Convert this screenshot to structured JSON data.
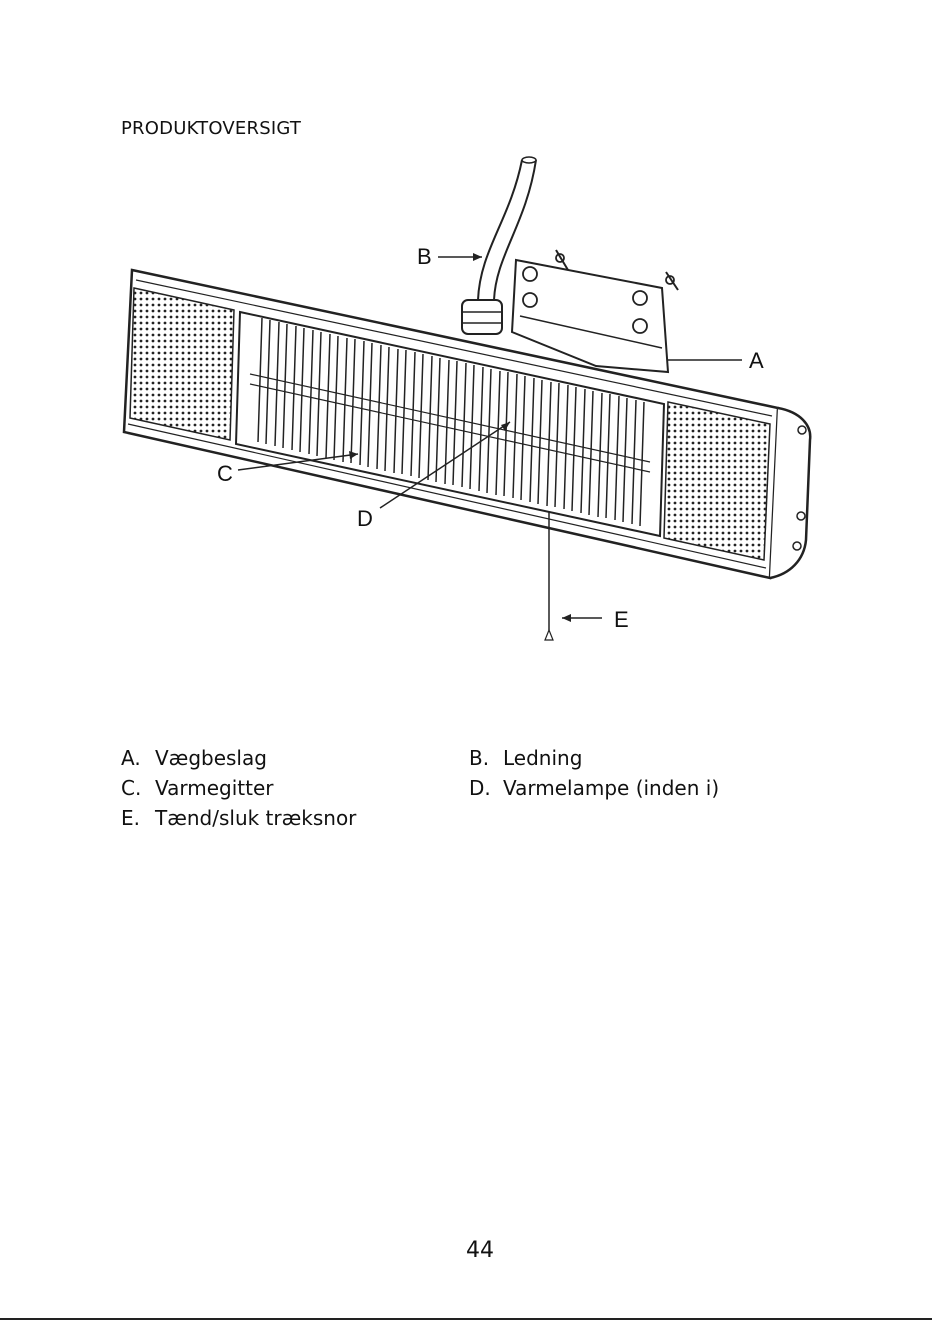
{
  "page": {
    "title": "PRODUKTOVERSIGT",
    "page_number": "44"
  },
  "diagram": {
    "labels": {
      "A": "A",
      "B": "B",
      "C": "C",
      "D": "D",
      "E": "E"
    }
  },
  "parts": [
    {
      "key": "A.",
      "label": "Vægbeslag"
    },
    {
      "key": "B.",
      "label": "Ledning"
    },
    {
      "key": "C.",
      "label": "Varmegitter"
    },
    {
      "key": "D.",
      "label": "Varmelampe (inden i)"
    },
    {
      "key": "E.",
      "label": "Tænd/sluk træksnor"
    }
  ]
}
